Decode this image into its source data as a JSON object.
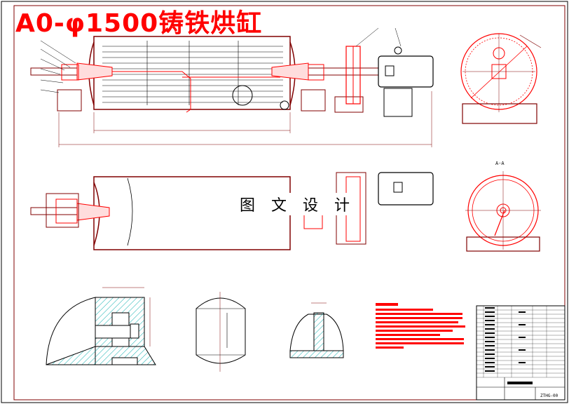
{
  "drawing": {
    "title": "A0-φ1500铸铁烘缸",
    "watermark": "图 文 设 计",
    "section_label": "A-A",
    "drawing_number": "ZTHG-00"
  },
  "colors": {
    "outline": "#ff0000",
    "structure": "#800000",
    "hatch": "#00aaaa",
    "background": "#ffffff",
    "text": "#000000"
  }
}
